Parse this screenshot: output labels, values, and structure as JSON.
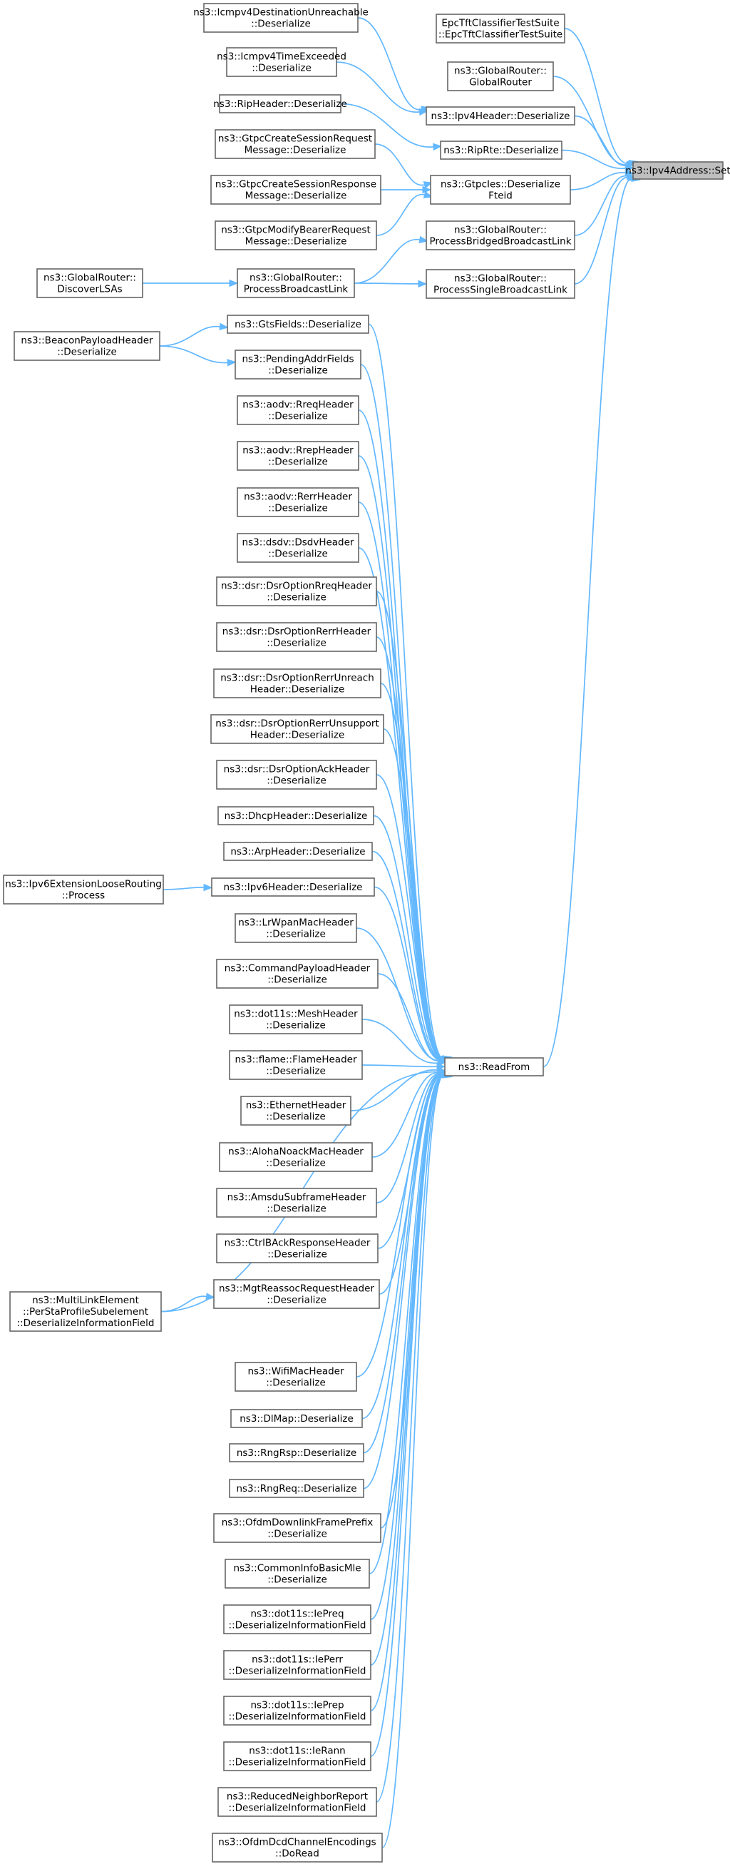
{
  "nodes": [
    {
      "id": "set",
      "lines": [
        "ns3::Ipv4Address::Set"
      ]
    },
    {
      "id": "epc",
      "lines": [
        "EpcTftClassifierTestSuite",
        "::EpcTftClassifierTestSuite"
      ]
    },
    {
      "id": "grctor",
      "lines": [
        "ns3::GlobalRouter::",
        "GlobalRouter"
      ]
    },
    {
      "id": "ipv4hdr",
      "lines": [
        "ns3::Ipv4Header::Deserialize"
      ]
    },
    {
      "id": "riprte",
      "lines": [
        "ns3::RipRte::Deserialize"
      ]
    },
    {
      "id": "gtpcfteid",
      "lines": [
        "ns3::GtpcIes::Deserialize",
        "Fteid"
      ]
    },
    {
      "id": "bridged",
      "lines": [
        "ns3::GlobalRouter::",
        "ProcessBridgedBroadcastLink"
      ]
    },
    {
      "id": "single",
      "lines": [
        "ns3::GlobalRouter::",
        "ProcessSingleBroadcastLink"
      ]
    },
    {
      "id": "icmpunreach",
      "lines": [
        "ns3::Icmpv4DestinationUnreachable",
        "::Deserialize"
      ]
    },
    {
      "id": "icmptime",
      "lines": [
        "ns3::Icmpv4TimeExceeded",
        "::Deserialize"
      ]
    },
    {
      "id": "riphdr",
      "lines": [
        "ns3::RipHeader::Deserialize"
      ]
    },
    {
      "id": "gtpcreq",
      "lines": [
        "ns3::GtpcCreateSessionRequest",
        "Message::Deserialize"
      ]
    },
    {
      "id": "gtpcresp",
      "lines": [
        "ns3::GtpcCreateSessionResponse",
        "Message::Deserialize"
      ]
    },
    {
      "id": "gtpmodify",
      "lines": [
        "ns3::GtpcModifyBearerRequest",
        "Message::Deserialize"
      ]
    },
    {
      "id": "procbcast",
      "lines": [
        "ns3::GlobalRouter::",
        "ProcessBroadcastLink"
      ]
    },
    {
      "id": "discover",
      "lines": [
        "ns3::GlobalRouter::",
        "DiscoverLSAs"
      ]
    },
    {
      "id": "readfrom",
      "lines": [
        "ns3::ReadFrom"
      ]
    },
    {
      "id": "gts",
      "lines": [
        "ns3::GtsFields::Deserialize"
      ]
    },
    {
      "id": "beacon",
      "lines": [
        "ns3::BeaconPayloadHeader",
        "::Deserialize"
      ]
    },
    {
      "id": "pending",
      "lines": [
        "ns3::PendingAddrFields",
        "::Deserialize"
      ]
    },
    {
      "id": "rreq",
      "lines": [
        "ns3::aodv::RreqHeader",
        "::Deserialize"
      ]
    },
    {
      "id": "rrep",
      "lines": [
        "ns3::aodv::RrepHeader",
        "::Deserialize"
      ]
    },
    {
      "id": "rerr",
      "lines": [
        "ns3::aodv::RerrHeader",
        "::Deserialize"
      ]
    },
    {
      "id": "dsdv",
      "lines": [
        "ns3::dsdv::DsdvHeader",
        "::Deserialize"
      ]
    },
    {
      "id": "dsrrreq",
      "lines": [
        "ns3::dsr::DsrOptionRreqHeader",
        "::Deserialize"
      ]
    },
    {
      "id": "dsrrerr",
      "lines": [
        "ns3::dsr::DsrOptionRerrHeader",
        "::Deserialize"
      ]
    },
    {
      "id": "dsrunreach",
      "lines": [
        "ns3::dsr::DsrOptionRerrUnreach",
        "Header::Deserialize"
      ]
    },
    {
      "id": "dsrunsupport",
      "lines": [
        "ns3::dsr::DsrOptionRerrUnsupport",
        "Header::Deserialize"
      ]
    },
    {
      "id": "dsrack",
      "lines": [
        "ns3::dsr::DsrOptionAckHeader",
        "::Deserialize"
      ]
    },
    {
      "id": "dhcp",
      "lines": [
        "ns3::DhcpHeader::Deserialize"
      ]
    },
    {
      "id": "arp",
      "lines": [
        "ns3::ArpHeader::Deserialize"
      ]
    },
    {
      "id": "ipv6hdr",
      "lines": [
        "ns3::Ipv6Header::Deserialize"
      ]
    },
    {
      "id": "ipv6loose",
      "lines": [
        "ns3::Ipv6ExtensionLooseRouting",
        "::Process"
      ]
    },
    {
      "id": "lrwpan",
      "lines": [
        "ns3::LrWpanMacHeader",
        "::Deserialize"
      ]
    },
    {
      "id": "cmdpayload",
      "lines": [
        "ns3::CommandPayloadHeader",
        "::Deserialize"
      ]
    },
    {
      "id": "mesh",
      "lines": [
        "ns3::dot11s::MeshHeader",
        "::Deserialize"
      ]
    },
    {
      "id": "flame",
      "lines": [
        "ns3::flame::FlameHeader",
        "::Deserialize"
      ]
    },
    {
      "id": "ethernet",
      "lines": [
        "ns3::EthernetHeader",
        "::Deserialize"
      ]
    },
    {
      "id": "aloha",
      "lines": [
        "ns3::AlohaNoackMacHeader",
        "::Deserialize"
      ]
    },
    {
      "id": "amsdu",
      "lines": [
        "ns3::AmsduSubframeHeader",
        "::Deserialize"
      ]
    },
    {
      "id": "ctrlback",
      "lines": [
        "ns3::CtrlBAckResponseHeader",
        "::Deserialize"
      ]
    },
    {
      "id": "mgtreassoc",
      "lines": [
        "ns3::MgtReassocRequestHeader",
        "::Deserialize"
      ]
    },
    {
      "id": "multilink",
      "lines": [
        "ns3::MultiLinkElement",
        "::PerStaProfileSubelement",
        "::DeserializeInformationField"
      ]
    },
    {
      "id": "wifimac",
      "lines": [
        "ns3::WifiMacHeader",
        "::Deserialize"
      ]
    },
    {
      "id": "dlmap",
      "lines": [
        "ns3::DlMap::Deserialize"
      ]
    },
    {
      "id": "rngrsp",
      "lines": [
        "ns3::RngRsp::Deserialize"
      ]
    },
    {
      "id": "rngreq",
      "lines": [
        "ns3::RngReq::Deserialize"
      ]
    },
    {
      "id": "ofdmprefix",
      "lines": [
        "ns3::OfdmDownlinkFramePrefix",
        "::Deserialize"
      ]
    },
    {
      "id": "commoninfo",
      "lines": [
        "ns3::CommonInfoBasicMle",
        "::Deserialize"
      ]
    },
    {
      "id": "iepreq",
      "lines": [
        "ns3::dot11s::IePreq",
        "::DeserializeInformationField"
      ]
    },
    {
      "id": "ieperr",
      "lines": [
        "ns3::dot11s::IePerr",
        "::DeserializeInformationField"
      ]
    },
    {
      "id": "ieprep",
      "lines": [
        "ns3::dot11s::IePrep",
        "::DeserializeInformationField"
      ]
    },
    {
      "id": "ierann",
      "lines": [
        "ns3::dot11s::IeRann",
        "::DeserializeInformationField"
      ]
    },
    {
      "id": "reducednbr",
      "lines": [
        "ns3::ReducedNeighborReport",
        "::DeserializeInformationField"
      ]
    },
    {
      "id": "ofdmdcd",
      "lines": [
        "ns3::OfdmDcdChannelEncodings",
        "::DoRead"
      ]
    }
  ],
  "edges": [
    [
      "epc",
      "set"
    ],
    [
      "grctor",
      "set"
    ],
    [
      "ipv4hdr",
      "set"
    ],
    [
      "riprte",
      "set"
    ],
    [
      "gtpcfteid",
      "set"
    ],
    [
      "bridged",
      "set"
    ],
    [
      "single",
      "set"
    ],
    [
      "readfrom",
      "set"
    ],
    [
      "icmpunreach",
      "ipv4hdr"
    ],
    [
      "icmptime",
      "ipv4hdr"
    ],
    [
      "riphdr",
      "riprte"
    ],
    [
      "gtpcreq",
      "gtpcfteid"
    ],
    [
      "gtpcresp",
      "gtpcfteid"
    ],
    [
      "gtpmodify",
      "gtpcfteid"
    ],
    [
      "procbcast",
      "bridged"
    ],
    [
      "procbcast",
      "single"
    ],
    [
      "discover",
      "procbcast"
    ],
    [
      "beacon",
      "gts"
    ],
    [
      "beacon",
      "pending"
    ],
    [
      "ipv6loose",
      "ipv6hdr"
    ],
    [
      "multilink",
      "mgtreassoc"
    ],
    [
      "gts",
      "readfrom"
    ],
    [
      "pending",
      "readfrom"
    ],
    [
      "rreq",
      "readfrom"
    ],
    [
      "rrep",
      "readfrom"
    ],
    [
      "rerr",
      "readfrom"
    ],
    [
      "dsdv",
      "readfrom"
    ],
    [
      "dsrrreq",
      "readfrom"
    ],
    [
      "dsrrerr",
      "readfrom"
    ],
    [
      "dsrunreach",
      "readfrom"
    ],
    [
      "dsrunsupport",
      "readfrom"
    ],
    [
      "dsrack",
      "readfrom"
    ],
    [
      "dhcp",
      "readfrom"
    ],
    [
      "arp",
      "readfrom"
    ],
    [
      "ipv6hdr",
      "readfrom"
    ],
    [
      "lrwpan",
      "readfrom"
    ],
    [
      "cmdpayload",
      "readfrom"
    ],
    [
      "mesh",
      "readfrom"
    ],
    [
      "flame",
      "readfrom"
    ],
    [
      "ethernet",
      "readfrom"
    ],
    [
      "aloha",
      "readfrom"
    ],
    [
      "amsdu",
      "readfrom"
    ],
    [
      "ctrlback",
      "readfrom"
    ],
    [
      "mgtreassoc",
      "readfrom"
    ],
    [
      "multilink",
      "readfrom"
    ],
    [
      "wifimac",
      "readfrom"
    ],
    [
      "dlmap",
      "readfrom"
    ],
    [
      "rngrsp",
      "readfrom"
    ],
    [
      "rngreq",
      "readfrom"
    ],
    [
      "ofdmprefix",
      "readfrom"
    ],
    [
      "commoninfo",
      "readfrom"
    ],
    [
      "iepreq",
      "readfrom"
    ],
    [
      "ieperr",
      "readfrom"
    ],
    [
      "ieprep",
      "readfrom"
    ],
    [
      "ierann",
      "readfrom"
    ],
    [
      "reducednbr",
      "readfrom"
    ],
    [
      "ofdmdcd",
      "readfrom"
    ]
  ]
}
